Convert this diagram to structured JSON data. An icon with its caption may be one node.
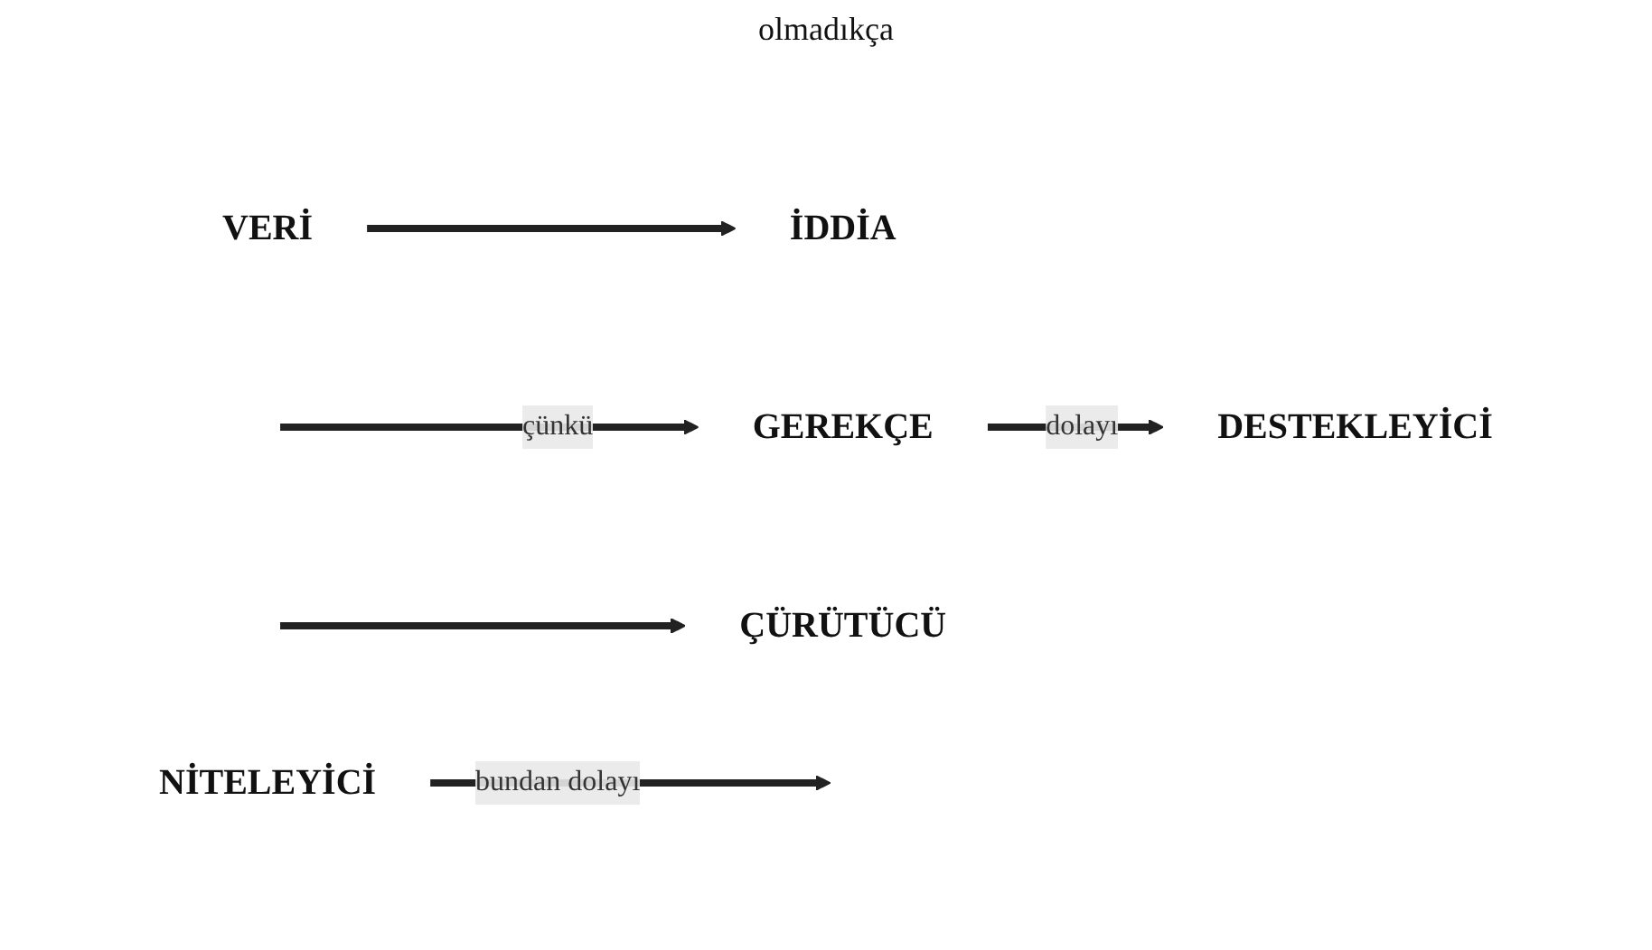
{
  "diagram": {
    "nodes": [
      {
        "text": [
          "NİTELEYİCİ"
        ]
      },
      {
        "text": [
          "VERİ"
        ]
      },
      {
        "text": [
          "İDDİA"
        ]
      },
      {
        "text": [
          "GEREKÇE"
        ]
      },
      {
        "text": [
          "ÇÜRÜTÜCÜ"
        ]
      },
      {
        "text": [
          "DESTEKLEYİCİ"
        ]
      }
    ],
    "edges": [
      {
        "from": 1,
        "to": 2,
        "arrow": "to"
      },
      {
        "from": 0,
        "to": null,
        "arrow": "to",
        "label": "bundan dolayı"
      },
      {
        "from": null,
        "to": 3,
        "arrow": "to",
        "label": "çünkü"
      },
      {
        "from": null,
        "to": 4,
        "arrow": "to"
      },
      {
        "from": 3,
        "to": 5,
        "arrow": "to",
        "label": "dolayı"
      }
    ],
    "labels": [
      "olmadıkça"
    ]
  }
}
